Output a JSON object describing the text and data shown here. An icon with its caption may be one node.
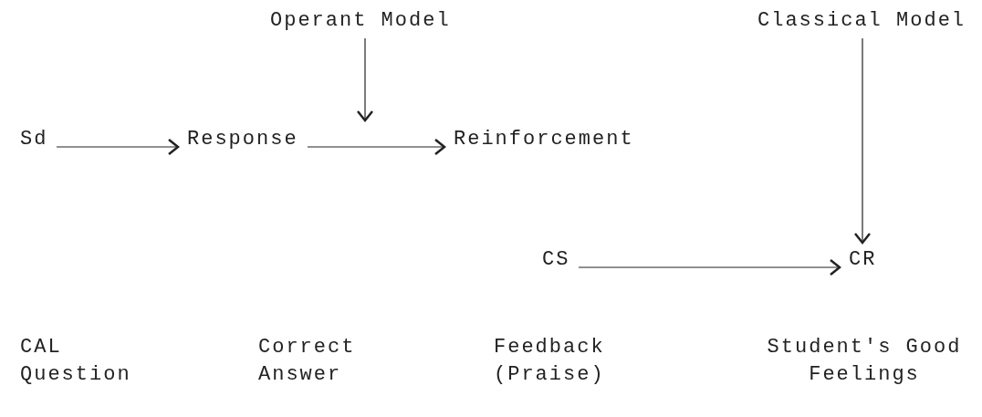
{
  "diagram": {
    "nodes": [
      {
        "text": [
          "Operant Model"
        ]
      },
      {
        "text": [
          "Classical Model"
        ]
      },
      {
        "text": [
          "Sd"
        ]
      },
      {
        "text": [
          "Response"
        ]
      },
      {
        "text": [
          "Reinforcement"
        ]
      },
      {
        "text": [
          "CS"
        ]
      },
      {
        "text": [
          "CR"
        ]
      }
    ],
    "edges": [
      {
        "from": 0,
        "to": null,
        "arrow": "to"
      },
      {
        "from": 1,
        "to": 6,
        "arrow": "to"
      },
      {
        "from": 2,
        "to": 3,
        "arrow": "to"
      },
      {
        "from": 3,
        "to": 4,
        "arrow": "to"
      },
      {
        "from": 5,
        "to": 6,
        "arrow": "to"
      }
    ],
    "labels": [
      "CAL Question",
      "Correct Answer",
      "Feedback (Praise)",
      "Student's Good Feelings"
    ]
  }
}
